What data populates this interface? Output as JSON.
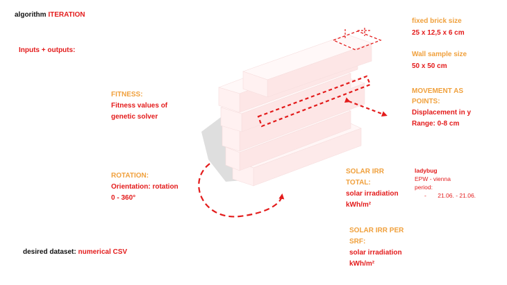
{
  "header": {
    "prefix": "algorithm",
    "highlight": "ITERATION"
  },
  "inputs_outputs": "Inputs + outputs:",
  "fitness": {
    "title": "FITNESS:",
    "line1": "Fitness values of",
    "line2": "genetic solver"
  },
  "rotation": {
    "title": "ROTATION:",
    "line1": "Orientation: rotation",
    "line2": "0 - 360°"
  },
  "brick": {
    "title": "fixed brick size",
    "value": "25 x 12,5 x 6 cm"
  },
  "wall": {
    "title": "Wall sample size",
    "value": "50 x 50 cm"
  },
  "movement": {
    "title1": "MOVEMENT AS",
    "title2": "POINTS:",
    "line1": "Displacement in y",
    "line2": "Range: 0-8 cm"
  },
  "solar_total": {
    "title1": "SOLAR IRR",
    "title2": "TOTAL:",
    "line1": "solar irradiation",
    "line2": "kWh/m²"
  },
  "ladybug": {
    "title": "ladybug",
    "line1": "EPW - vienna",
    "line2": "period:",
    "dash": "-",
    "dates": "21.06. - 21.06."
  },
  "solar_srf": {
    "title1": "SOLAR IRR PER",
    "title2": "SRF:",
    "line1": "solar irradiation",
    "line2": "kWh/m²"
  },
  "dataset": {
    "prefix": "desired dataset:",
    "value": "numerical CSV"
  },
  "colors": {
    "red": "#e31b1b",
    "orange": "#f0a03c",
    "brick_top": "#fff3f3",
    "brick_side": "#fde3e3",
    "shadow": "#dcdcdc"
  }
}
